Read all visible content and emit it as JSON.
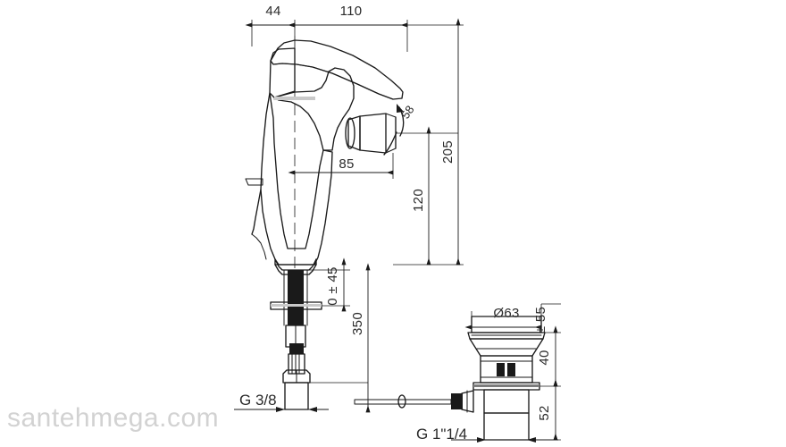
{
  "document": {
    "type": "technical-dimension-drawing",
    "subject": "bidet mixer tap with pop-up waste",
    "units": "mm"
  },
  "watermark": {
    "text": "santehmega.com",
    "color": "#d2d2d2"
  },
  "colors": {
    "line": "#1a1a1a",
    "dimension": "#2b2b2b",
    "centerline": "#333333",
    "hatch": "#7d7d7d",
    "background": "#ffffff"
  },
  "dimensions": {
    "top": [
      {
        "id": "dim-44",
        "label": "44",
        "value": 44,
        "orientation": "horizontal"
      },
      {
        "id": "dim-110",
        "label": "110",
        "value": 110,
        "orientation": "horizontal"
      }
    ],
    "vertical_right": [
      {
        "id": "dim-205",
        "label": "205",
        "value": 205,
        "orientation": "vertical"
      },
      {
        "id": "dim-120",
        "label": "120",
        "value": 120,
        "orientation": "vertical"
      }
    ],
    "body": [
      {
        "id": "dim-85",
        "label": "85",
        "value": 85,
        "orientation": "horizontal"
      },
      {
        "id": "dim-045",
        "label": "0 ± 45",
        "value": 45,
        "orientation": "vertical"
      },
      {
        "id": "dim-350",
        "label": "350",
        "value": 350,
        "orientation": "vertical"
      }
    ],
    "spout": [
      {
        "id": "dim-58",
        "label": "58",
        "value": 58,
        "orientation": "rotated"
      }
    ],
    "waste": [
      {
        "id": "dim-d63",
        "label": "Ø63",
        "value": 63,
        "orientation": "horizontal"
      },
      {
        "id": "dim-55",
        "label": "± 55",
        "value": 55,
        "orientation": "vertical"
      },
      {
        "id": "dim-40",
        "label": "40",
        "value": 40,
        "orientation": "vertical"
      },
      {
        "id": "dim-52",
        "label": "52",
        "value": 52,
        "orientation": "vertical"
      }
    ]
  },
  "thread_labels": [
    {
      "id": "thread-supply",
      "label": "G 3/8"
    },
    {
      "id": "thread-waste",
      "label": "G 1\"1/4"
    }
  ],
  "parts": [
    {
      "id": "lever-handle",
      "name": "lever handle"
    },
    {
      "id": "mixer-body",
      "name": "mixer body"
    },
    {
      "id": "spout-aerator",
      "name": "swivel aerator nozzle"
    },
    {
      "id": "shank",
      "name": "threaded mounting shank"
    },
    {
      "id": "mounting-washer",
      "name": "mounting washer"
    },
    {
      "id": "supply-hose",
      "name": "supply hose connector"
    },
    {
      "id": "popup-waste",
      "name": "pop-up waste assembly"
    },
    {
      "id": "pull-rod",
      "name": "pop-up pull rod"
    }
  ]
}
